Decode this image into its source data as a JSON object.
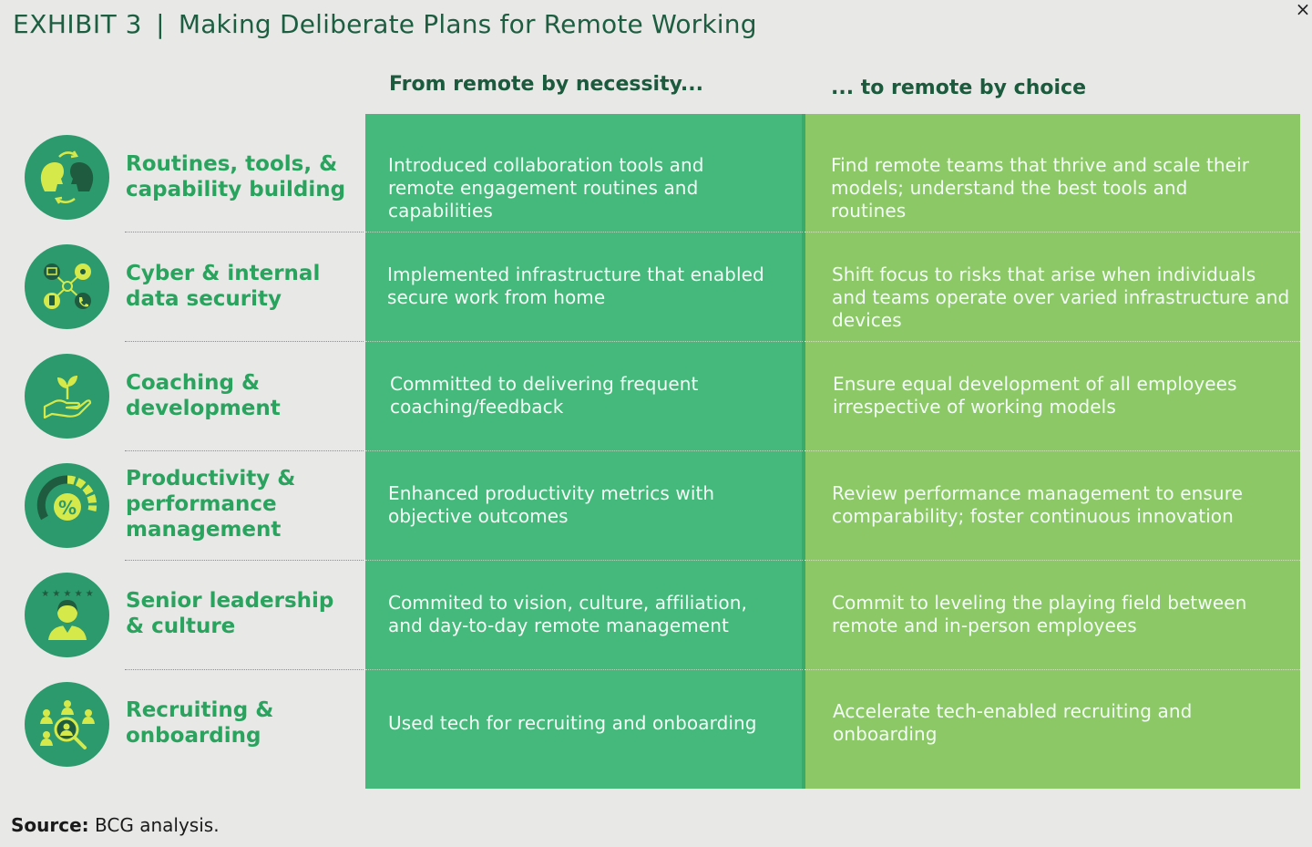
{
  "title": {
    "exhibit": "EXHIBIT 3",
    "separator": "|",
    "text": "Making Deliberate Plans for Remote Working"
  },
  "column_headers": {
    "from": "From remote by necessity...",
    "to": "... to remote by choice"
  },
  "rows": [
    {
      "label": "Routines, tools, & capability building",
      "icon": "collaboration-heads-icon",
      "from": "Introduced collaboration tools and remote engagement routines and capabilities",
      "to": "Find remote teams that thrive and scale their models; understand the best tools and routines"
    },
    {
      "label": "Cyber & internal data security",
      "icon": "connected-devices-icon",
      "from": "Implemented infrastructure that enabled secure work from home",
      "to": "Shift focus to risks that arise when individuals and teams operate over varied infrastructure and devices"
    },
    {
      "label": "Coaching & development",
      "icon": "hand-plant-icon",
      "from": "Committed to delivering frequent coaching/feedback",
      "to": "Ensure equal development of all employees irrespective of working models"
    },
    {
      "label": "Productivity & performance management",
      "icon": "percent-gauge-icon",
      "from": "Enhanced productivity metrics with objective outcomes",
      "to": "Review performance management to ensure comparability; foster continuous innovation"
    },
    {
      "label": "Senior leadership & culture",
      "icon": "leader-stars-icon",
      "from": "Commited to vision, culture, affiliation, and day-to-day remote management",
      "to": "Commit to leveling the playing field between remote and in-person employees"
    },
    {
      "label": "Recruiting & onboarding",
      "icon": "magnifier-people-icon",
      "from": "Used tech for recruiting and onboarding",
      "to": "Accelerate tech-enabled recruiting and onboarding"
    }
  ],
  "source": {
    "label": "Source:",
    "text": "BCG analysis."
  },
  "close_button": "×",
  "colors": {
    "from_column": "#45b97c",
    "to_column": "#8cc865",
    "icon_circle": "#2c9a6d",
    "icon_accent": "#d6e94a",
    "label_text": "#2aa35e",
    "title_text": "#1d5e41"
  }
}
